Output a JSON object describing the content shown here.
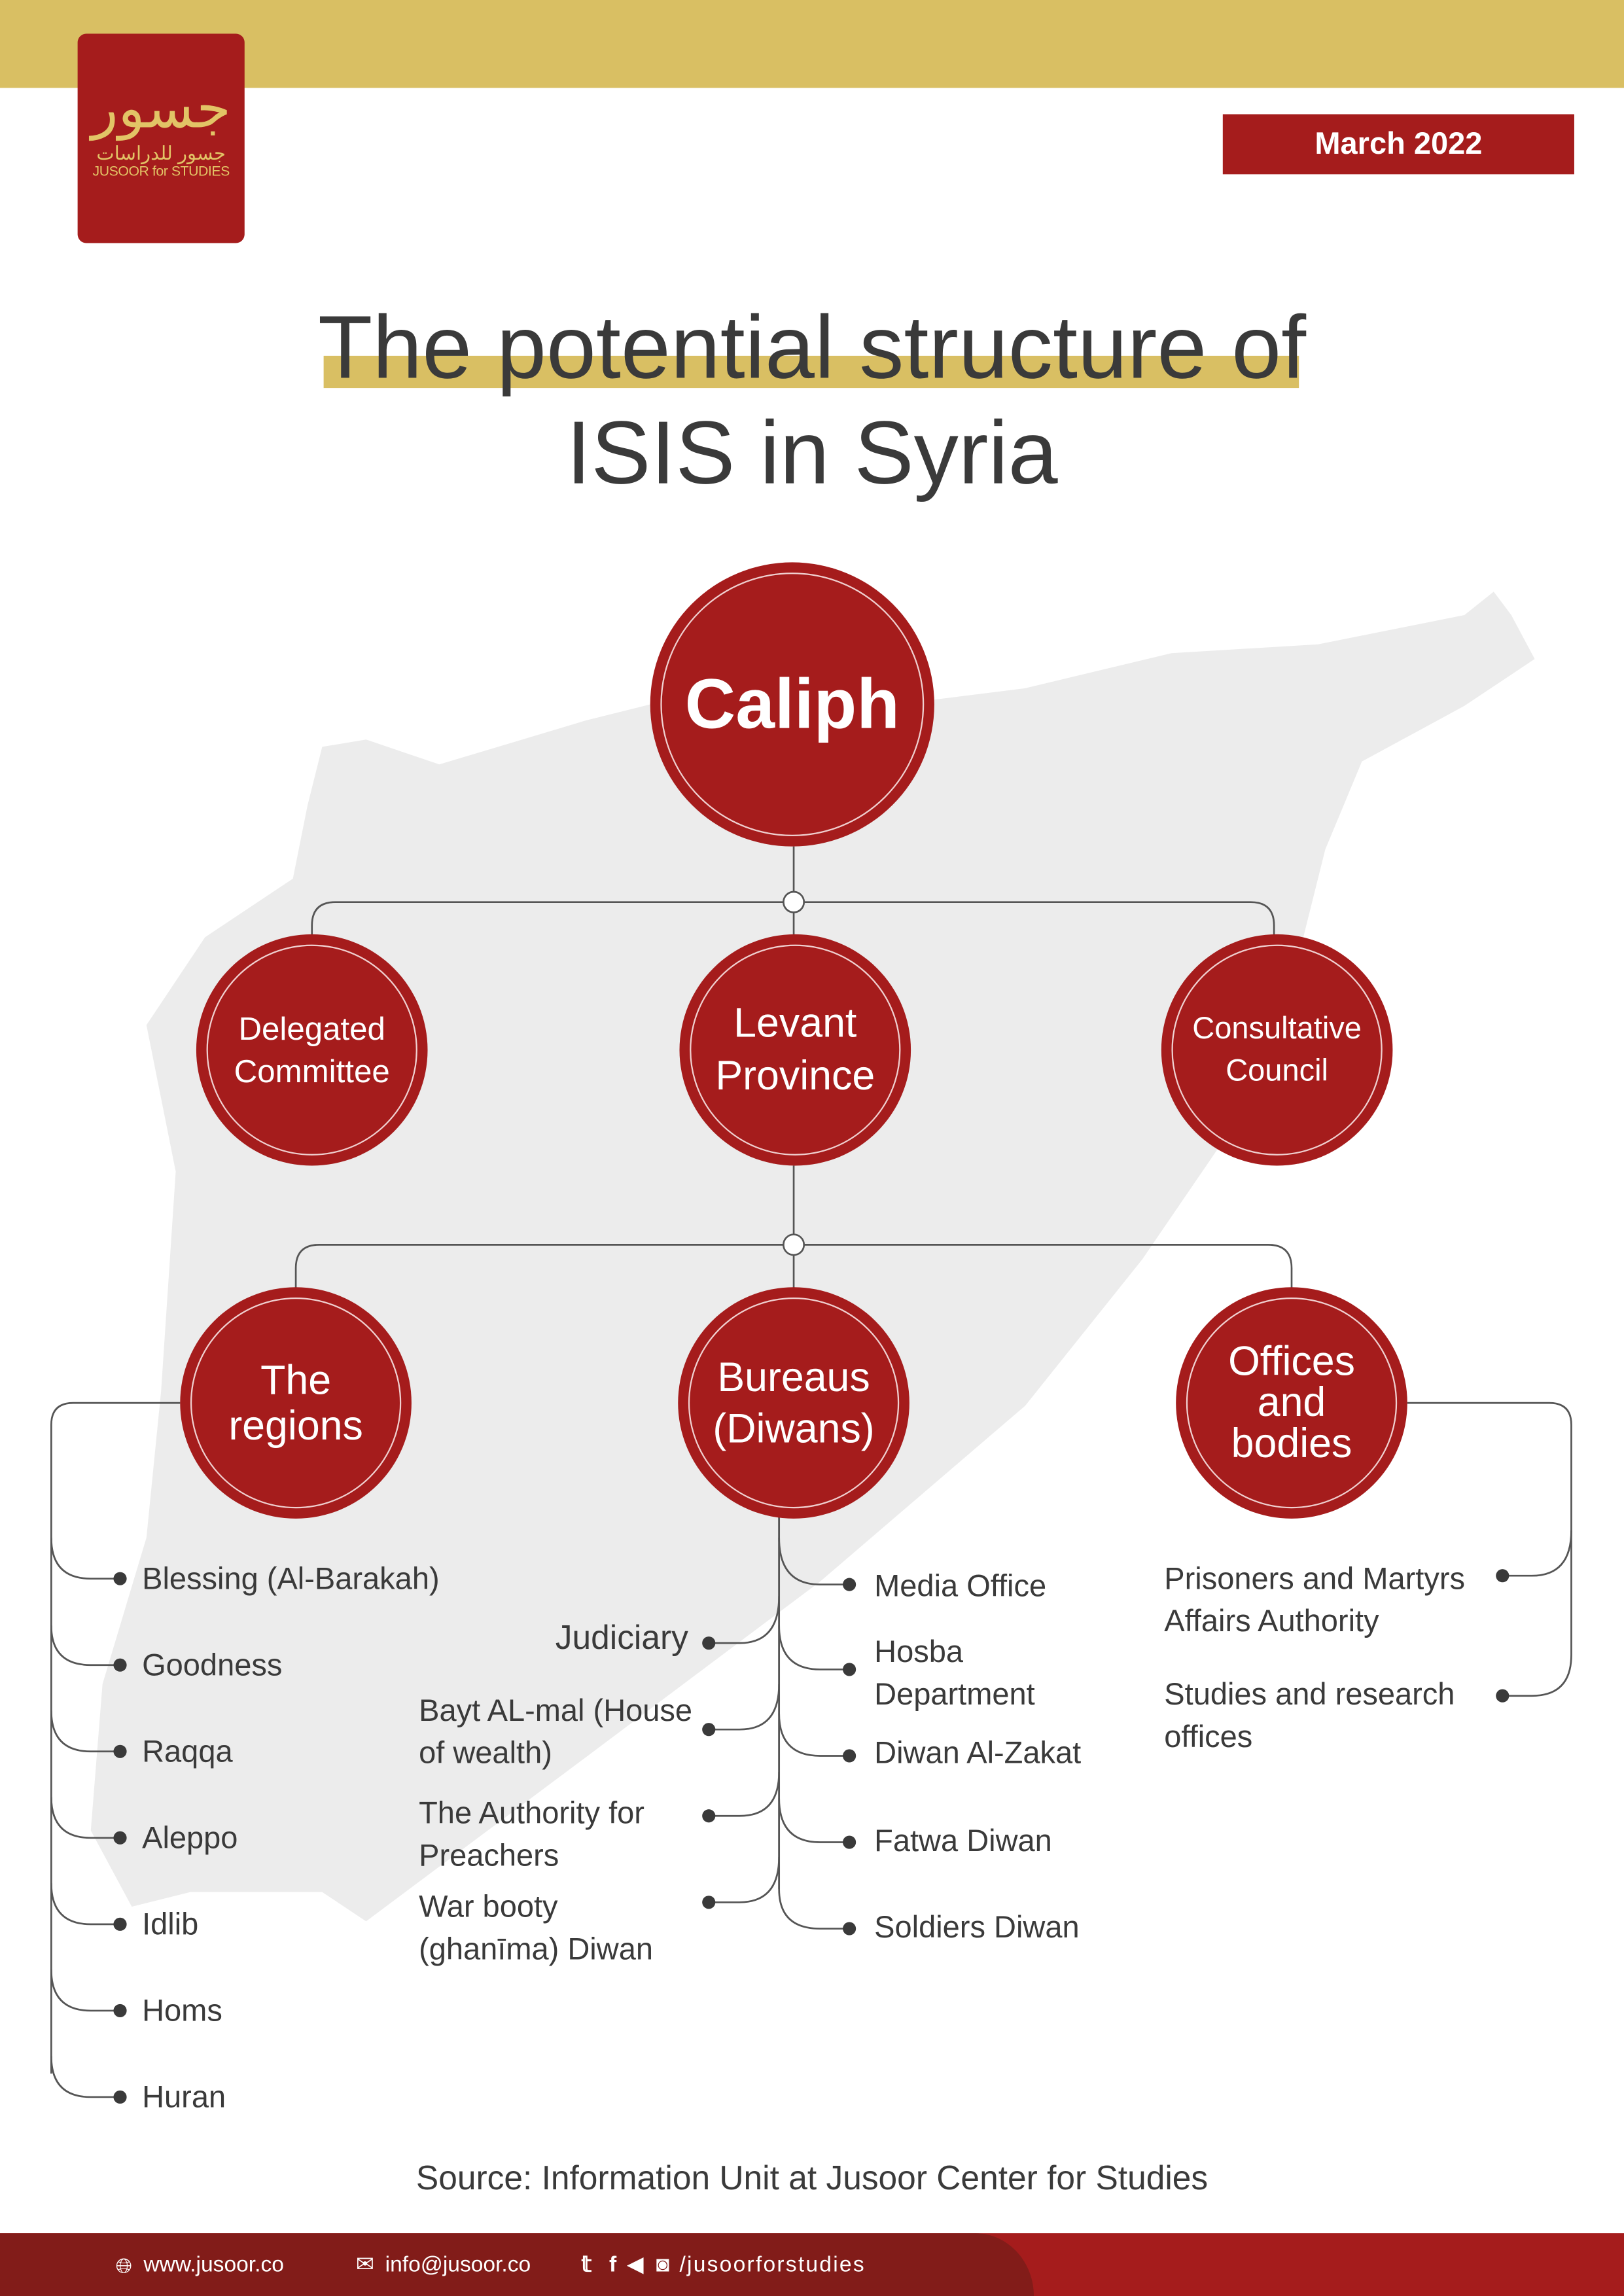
{
  "header": {
    "logo_arabic_mark": "جسور",
    "logo_arabic": "جسور للدراسات",
    "logo_english": "JUSOOR for STUDIES",
    "date": "March 2022"
  },
  "title": {
    "line1": "The potential structure of",
    "line2": "ISIS in Syria"
  },
  "colors": {
    "brand_red": "#a51c1c",
    "dark_red": "#821c19",
    "gold": "#d9bf63",
    "map_gray": "#ececec"
  },
  "chart": {
    "root": "Caliph",
    "level2": [
      "Delegated Committee",
      "Levant Province",
      "Consultative Council"
    ],
    "level3": [
      "The regions",
      "Bureaus (Diwans)",
      "Offices and bodies"
    ],
    "regions": [
      "Blessing (Al-Barakah)",
      "Goodness",
      "Raqqa",
      "Aleppo",
      "Idlib",
      "Homs",
      "Huran"
    ],
    "bureaus_left": [
      "Judiciary",
      "Bayt AL-mal (House of wealth)",
      "The Authority for Preachers",
      "War booty (ghanīma) Diwan"
    ],
    "bureaus_right": [
      "Media Office",
      "Hosba Department",
      "Diwan Al-Zakat",
      "Fatwa Diwan",
      "Soldiers Diwan"
    ],
    "offices": [
      "Prisoners and Martyrs Affairs Authority",
      "Studies and research offices"
    ]
  },
  "source": "Source: Information Unit at Jusoor Center for Studies",
  "footer": {
    "website": "www.jusoor.co",
    "email": "info@jusoor.co",
    "social": "/jusoorforstudies"
  }
}
